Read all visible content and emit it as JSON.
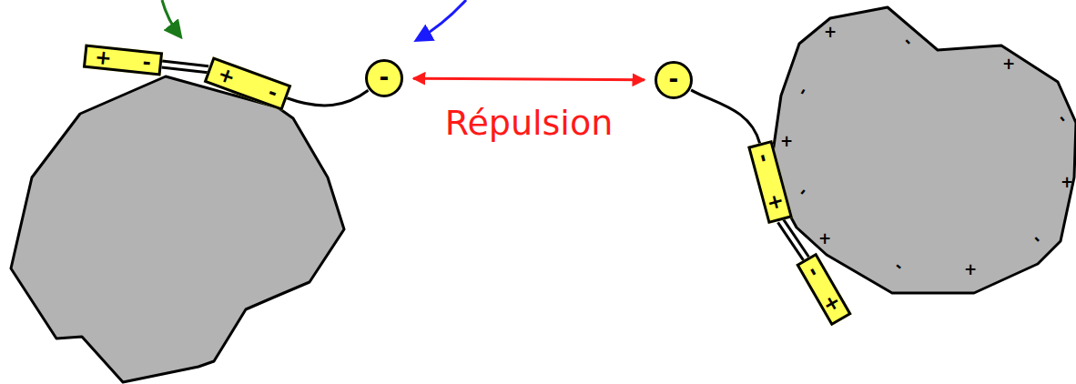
{
  "diagram": {
    "nodes": [
      {
        "text": [
          "+",
          "-"
        ]
      },
      {
        "text": [
          "+",
          "-"
        ]
      },
      {
        "text": [
          "-"
        ]
      },
      {
        "text": [
          "-"
        ]
      },
      {
        "text": [
          "-",
          "+"
        ]
      },
      {
        "text": [
          "-",
          "+"
        ]
      }
    ],
    "edges": [
      {
        "from": 0,
        "to": 1,
        "arrow": "none"
      },
      {
        "from": 1,
        "to": 2,
        "arrow": "none"
      },
      {
        "from": 2,
        "to": 3,
        "label": "Répulsion",
        "arrow": "both"
      },
      {
        "from": 3,
        "to": 4,
        "arrow": "none"
      },
      {
        "from": 4,
        "to": 5,
        "arrow": "none"
      }
    ],
    "labels": [
      "+",
      "-",
      "+",
      "-",
      "-",
      "+",
      "+",
      "-",
      "+",
      "-",
      "-",
      "+"
    ]
  }
}
